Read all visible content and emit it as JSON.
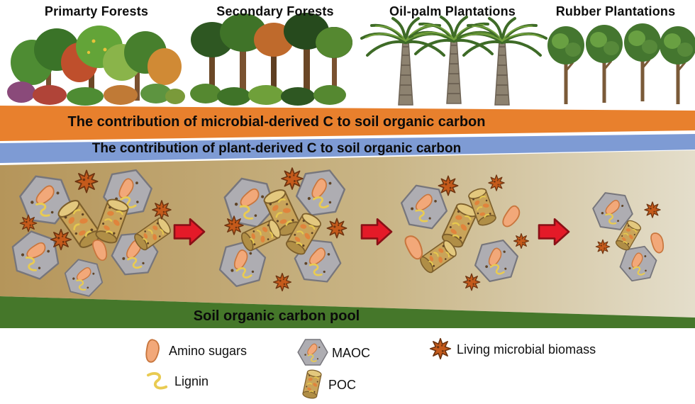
{
  "vegetation": {
    "columns": [
      {
        "label": "Primarty Forests"
      },
      {
        "label": "Secondary Forests"
      },
      {
        "label": "Oil-palm Plantations"
      },
      {
        "label": "Rubber Plantations"
      }
    ]
  },
  "bands": {
    "microbial": {
      "label": "The contribution of microbial-derived C to soil organic carbon",
      "color": "#E8802D"
    },
    "plant": {
      "label": "The contribution of plant-derived C to soil organic carbon",
      "color": "#7E9BD4"
    },
    "pool": {
      "label": "Soil organic carbon pool",
      "color": "#45772A"
    }
  },
  "soil": {
    "gradient_left": "#B5955A",
    "gradient_mid": "#C9B586",
    "gradient_right": "#E4DECB",
    "arrow_color": "#E41A28"
  },
  "legend": {
    "items": [
      {
        "label": "Amino sugars"
      },
      {
        "label": "Lignin"
      },
      {
        "label": "MAOC"
      },
      {
        "label": "POC"
      },
      {
        "label": "Living microbial biomass"
      }
    ]
  }
}
